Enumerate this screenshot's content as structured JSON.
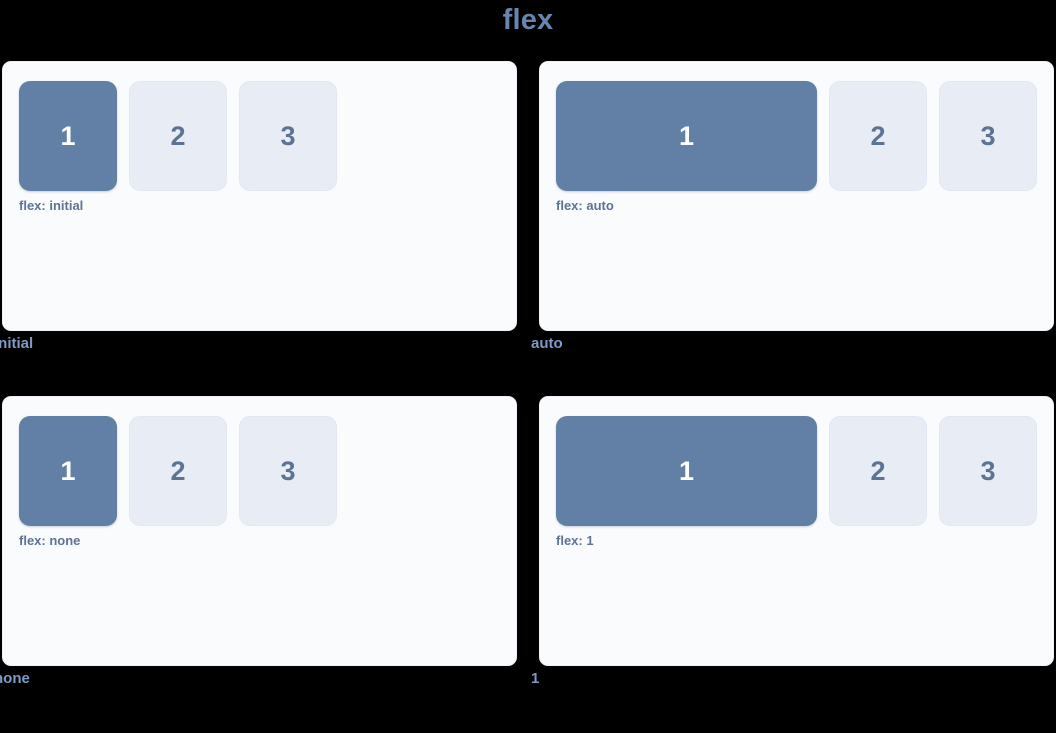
{
  "title": "flex",
  "theme": {
    "background": "#000000",
    "title_color": "#6885b0",
    "panel_background": "#fafbfd",
    "panel_border": "#eef1f7",
    "primary_box": "#6280a6",
    "primary_box_text": "#ffffff",
    "muted_box": "#e8edf5",
    "muted_box_text": "#5d7394",
    "caption_color": "#5d7394",
    "label_color": "#7e9bc4"
  },
  "demos": [
    {
      "label": "initial",
      "caption": "flex: initial",
      "mode": "mode-initial",
      "boxes": [
        {
          "text": "1",
          "style": "primary"
        },
        {
          "text": "2",
          "style": "muted"
        },
        {
          "text": "3",
          "style": "muted"
        }
      ]
    },
    {
      "label": "auto",
      "caption": "flex: auto",
      "mode": "mode-auto",
      "boxes": [
        {
          "text": "1",
          "style": "primary"
        },
        {
          "text": "2",
          "style": "muted"
        },
        {
          "text": "3",
          "style": "muted"
        }
      ]
    },
    {
      "label": "none",
      "caption": "flex: none",
      "mode": "mode-none",
      "boxes": [
        {
          "text": "1",
          "style": "primary"
        },
        {
          "text": "2",
          "style": "muted"
        },
        {
          "text": "3",
          "style": "muted"
        }
      ]
    },
    {
      "label": "1",
      "caption": "flex: 1",
      "mode": "mode-one",
      "boxes": [
        {
          "text": "1",
          "style": "primary"
        },
        {
          "text": "2",
          "style": "muted"
        },
        {
          "text": "3",
          "style": "muted"
        }
      ]
    }
  ]
}
